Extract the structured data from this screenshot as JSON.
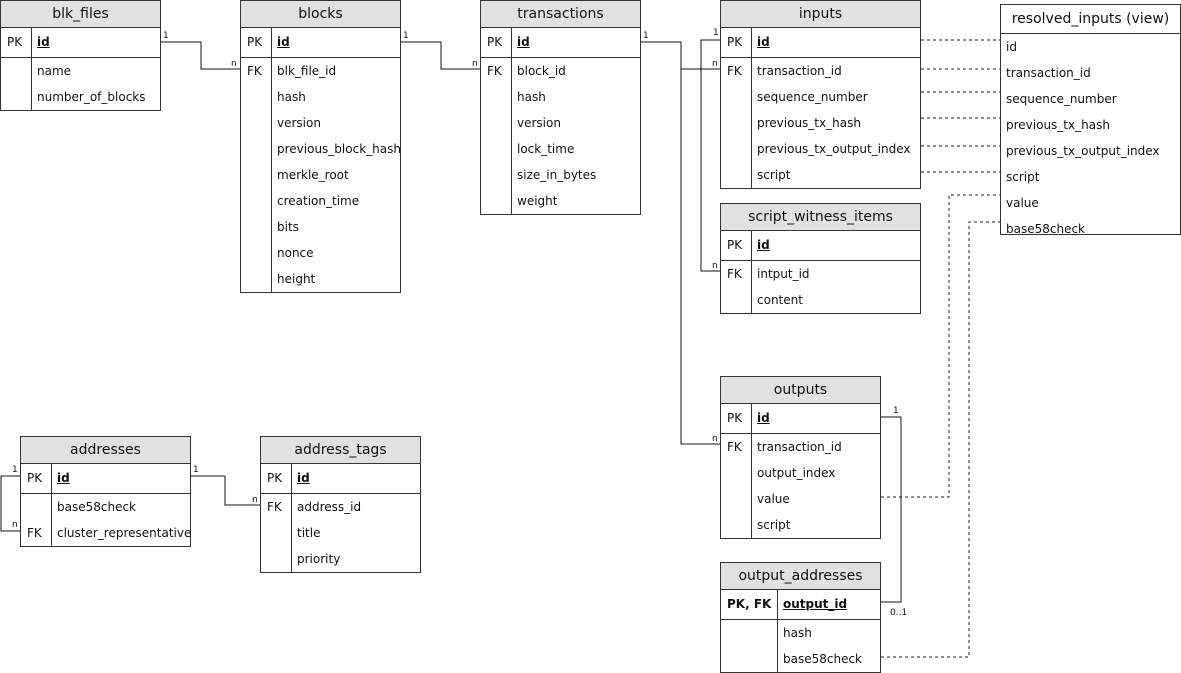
{
  "tables": {
    "blk_files": {
      "title": "blk_files",
      "pk": [
        {
          "key": "PK",
          "field": "id"
        }
      ],
      "cols": [
        {
          "key": "",
          "field": "name"
        },
        {
          "key": "",
          "field": "number_of_blocks"
        }
      ]
    },
    "blocks": {
      "title": "blocks",
      "pk": [
        {
          "key": "PK",
          "field": "id"
        }
      ],
      "cols": [
        {
          "key": "FK",
          "field": "blk_file_id"
        },
        {
          "key": "",
          "field": "hash"
        },
        {
          "key": "",
          "field": "version"
        },
        {
          "key": "",
          "field": "previous_block_hash"
        },
        {
          "key": "",
          "field": "merkle_root"
        },
        {
          "key": "",
          "field": "creation_time"
        },
        {
          "key": "",
          "field": "bits"
        },
        {
          "key": "",
          "field": "nonce"
        },
        {
          "key": "",
          "field": "height"
        }
      ]
    },
    "transactions": {
      "title": "transactions",
      "pk": [
        {
          "key": "PK",
          "field": "id"
        }
      ],
      "cols": [
        {
          "key": "FK",
          "field": "block_id"
        },
        {
          "key": "",
          "field": "hash"
        },
        {
          "key": "",
          "field": "version"
        },
        {
          "key": "",
          "field": "lock_time"
        },
        {
          "key": "",
          "field": "size_in_bytes"
        },
        {
          "key": "",
          "field": "weight"
        }
      ]
    },
    "inputs": {
      "title": "inputs",
      "pk": [
        {
          "key": "PK",
          "field": "id"
        }
      ],
      "cols": [
        {
          "key": "FK",
          "field": "transaction_id"
        },
        {
          "key": "",
          "field": "sequence_number"
        },
        {
          "key": "",
          "field": "previous_tx_hash"
        },
        {
          "key": "",
          "field": "previous_tx_output_index"
        },
        {
          "key": "",
          "field": "script"
        }
      ]
    },
    "script_witness_items": {
      "title": "script_witness_items",
      "pk": [
        {
          "key": "PK",
          "field": "id"
        }
      ],
      "cols": [
        {
          "key": "FK",
          "field": "intput_id"
        },
        {
          "key": "",
          "field": "content"
        }
      ]
    },
    "outputs": {
      "title": "outputs",
      "pk": [
        {
          "key": "PK",
          "field": "id"
        }
      ],
      "cols": [
        {
          "key": "FK",
          "field": "transaction_id"
        },
        {
          "key": "",
          "field": "output_index"
        },
        {
          "key": "",
          "field": "value"
        },
        {
          "key": "",
          "field": "script"
        }
      ]
    },
    "output_addresses": {
      "title": "output_addresses",
      "pk": [
        {
          "key": "PK, FK",
          "field": "output_id"
        }
      ],
      "cols": [
        {
          "key": "",
          "field": "hash"
        },
        {
          "key": "",
          "field": "base58check"
        }
      ]
    },
    "addresses": {
      "title": "addresses",
      "pk": [
        {
          "key": "PK",
          "field": "id"
        }
      ],
      "cols": [
        {
          "key": "",
          "field": "base58check"
        },
        {
          "key": "FK",
          "field": "cluster_representative"
        }
      ]
    },
    "address_tags": {
      "title": "address_tags",
      "pk": [
        {
          "key": "PK",
          "field": "id"
        }
      ],
      "cols": [
        {
          "key": "FK",
          "field": "address_id"
        },
        {
          "key": "",
          "field": "title"
        },
        {
          "key": "",
          "field": "priority"
        }
      ]
    }
  },
  "view": {
    "title": "resolved_inputs (view)",
    "fields": [
      "id",
      "transaction_id",
      "sequence_number",
      "previous_tx_hash",
      "previous_tx_output_index",
      "script",
      "value",
      "base58check"
    ]
  },
  "cardinality": {
    "blk_files_blocks_one": "1",
    "blk_files_blocks_many": "n",
    "blocks_transactions_one": "1",
    "blocks_transactions_many": "n",
    "transactions_children_one": "1",
    "inputs_one": "1",
    "inputs_many": "n",
    "witness_many": "n",
    "outputs_many": "n",
    "outputs_oa_one": "1",
    "outputs_oa_zero_one": "0..1",
    "addresses_self_one": "1",
    "addresses_self_many": "n",
    "addresses_tags_one": "1",
    "addresses_tags_many": "n"
  },
  "colors": {
    "header_fill": "#e1e1e1",
    "border": "#333333",
    "line": "#111111"
  }
}
